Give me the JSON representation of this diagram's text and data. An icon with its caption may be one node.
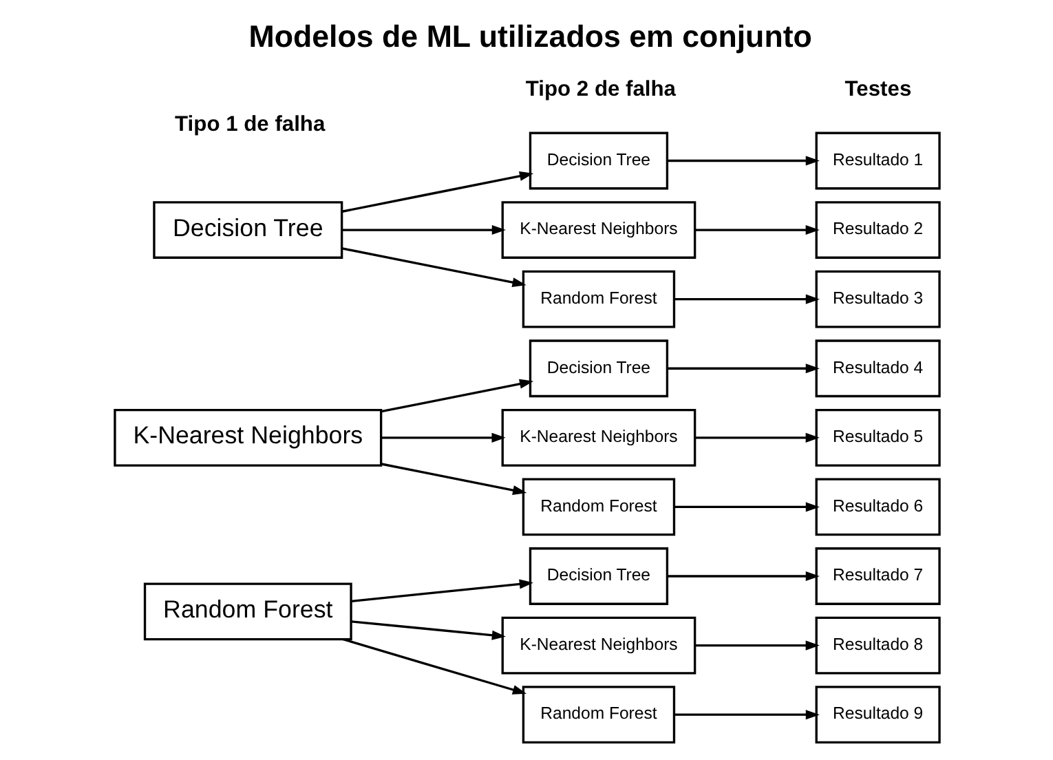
{
  "diagram": {
    "title": "Modelos de ML utilizados em conjunto",
    "nodes": [
      {
        "text": [
          "Decision Tree"
        ]
      },
      {
        "text": [
          "K-Nearest Neighbors"
        ]
      },
      {
        "text": [
          "Random Forest"
        ]
      },
      {
        "text": [
          "Decision Tree"
        ]
      },
      {
        "text": [
          "K-Nearest Neighbors"
        ]
      },
      {
        "text": [
          "Random Forest"
        ]
      },
      {
        "text": [
          "Decision Tree"
        ]
      },
      {
        "text": [
          "K-Nearest Neighbors"
        ]
      },
      {
        "text": [
          "Random Forest"
        ]
      },
      {
        "text": [
          "Decision Tree"
        ]
      },
      {
        "text": [
          "K-Nearest Neighbors"
        ]
      },
      {
        "text": [
          "Random Forest"
        ]
      },
      {
        "text": [
          "Resultado 1"
        ]
      },
      {
        "text": [
          "Resultado 2"
        ]
      },
      {
        "text": [
          "Resultado 3"
        ]
      },
      {
        "text": [
          "Resultado 4"
        ]
      },
      {
        "text": [
          "Resultado 5"
        ]
      },
      {
        "text": [
          "Resultado 6"
        ]
      },
      {
        "text": [
          "Resultado 7"
        ]
      },
      {
        "text": [
          "Resultado 8"
        ]
      },
      {
        "text": [
          "Resultado 9"
        ]
      }
    ],
    "edges": [
      {
        "from": 0,
        "to": 3,
        "arrow": "to"
      },
      {
        "from": 0,
        "to": 4,
        "arrow": "to"
      },
      {
        "from": 0,
        "to": 5,
        "arrow": "to"
      },
      {
        "from": 1,
        "to": 6,
        "arrow": "to"
      },
      {
        "from": 1,
        "to": 7,
        "arrow": "to"
      },
      {
        "from": 1,
        "to": 8,
        "arrow": "to"
      },
      {
        "from": 2,
        "to": 9,
        "arrow": "to"
      },
      {
        "from": 2,
        "to": 10,
        "arrow": "to"
      },
      {
        "from": 2,
        "to": 11,
        "arrow": "to"
      },
      {
        "from": 3,
        "to": 12,
        "arrow": "to"
      },
      {
        "from": 4,
        "to": 13,
        "arrow": "to"
      },
      {
        "from": 5,
        "to": 14,
        "arrow": "to"
      },
      {
        "from": 6,
        "to": 15,
        "arrow": "to"
      },
      {
        "from": 7,
        "to": 16,
        "arrow": "to"
      },
      {
        "from": 8,
        "to": 17,
        "arrow": "to"
      },
      {
        "from": 9,
        "to": 18,
        "arrow": "to"
      },
      {
        "from": 10,
        "to": 19,
        "arrow": "to"
      },
      {
        "from": 11,
        "to": 20,
        "arrow": "to"
      }
    ],
    "labels": [
      "Tipo 1 de falha",
      "Tipo 2 de falha",
      "Testes"
    ]
  }
}
